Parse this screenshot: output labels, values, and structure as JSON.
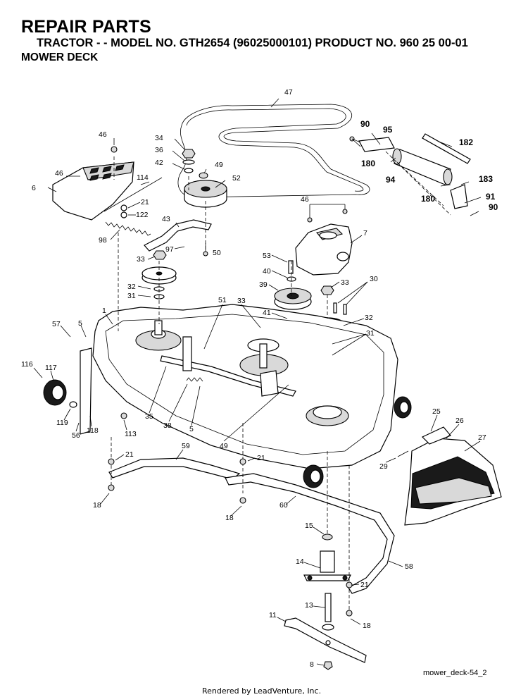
{
  "header": {
    "title": "REPAIR PARTS",
    "subtitle": "TRACTOR - - MODEL NO. GTH2654 (96025000101) PRODUCT NO. 960 25 00-01",
    "section": "MOWER DECK"
  },
  "callouts": [
    {
      "id": "c47",
      "label": "47"
    },
    {
      "id": "c90a",
      "label": "90"
    },
    {
      "id": "c95",
      "label": "95"
    },
    {
      "id": "c182",
      "label": "182"
    },
    {
      "id": "c180a",
      "label": "180"
    },
    {
      "id": "c94",
      "label": "94"
    },
    {
      "id": "c183",
      "label": "183"
    },
    {
      "id": "c180b",
      "label": "180"
    },
    {
      "id": "c91",
      "label": "91"
    },
    {
      "id": "c90b",
      "label": "90"
    },
    {
      "id": "c46a",
      "label": "46"
    },
    {
      "id": "c34",
      "label": "34"
    },
    {
      "id": "c36",
      "label": "36"
    },
    {
      "id": "c42",
      "label": "42"
    },
    {
      "id": "c49a",
      "label": "49"
    },
    {
      "id": "c52",
      "label": "52"
    },
    {
      "id": "c46b",
      "label": "46"
    },
    {
      "id": "c114",
      "label": "114"
    },
    {
      "id": "c6",
      "label": "6"
    },
    {
      "id": "c21a",
      "label": "21"
    },
    {
      "id": "c122",
      "label": "122"
    },
    {
      "id": "c43",
      "label": "43"
    },
    {
      "id": "c98",
      "label": "98"
    },
    {
      "id": "c46c",
      "label": "46"
    },
    {
      "id": "c7",
      "label": "7"
    },
    {
      "id": "c97",
      "label": "97"
    },
    {
      "id": "c50",
      "label": "50"
    },
    {
      "id": "c33a",
      "label": "33"
    },
    {
      "id": "c53",
      "label": "53"
    },
    {
      "id": "c40",
      "label": "40"
    },
    {
      "id": "c32a",
      "label": "32"
    },
    {
      "id": "c31a",
      "label": "31"
    },
    {
      "id": "c39",
      "label": "39"
    },
    {
      "id": "c33b",
      "label": "33"
    },
    {
      "id": "c30",
      "label": "30"
    },
    {
      "id": "c1",
      "label": "1"
    },
    {
      "id": "c51",
      "label": "51"
    },
    {
      "id": "c33c",
      "label": "33"
    },
    {
      "id": "c41",
      "label": "41"
    },
    {
      "id": "c32b",
      "label": "32"
    },
    {
      "id": "c31b",
      "label": "31"
    },
    {
      "id": "c57",
      "label": "57"
    },
    {
      "id": "c5a",
      "label": "5"
    },
    {
      "id": "c116",
      "label": "116"
    },
    {
      "id": "c117",
      "label": "117"
    },
    {
      "id": "c119",
      "label": "119"
    },
    {
      "id": "c56",
      "label": "56"
    },
    {
      "id": "c118",
      "label": "118"
    },
    {
      "id": "c113",
      "label": "113"
    },
    {
      "id": "c35",
      "label": "35"
    },
    {
      "id": "c38",
      "label": "38"
    },
    {
      "id": "c5b",
      "label": "5"
    },
    {
      "id": "c49b",
      "label": "49"
    },
    {
      "id": "c25",
      "label": "25"
    },
    {
      "id": "c26",
      "label": "26"
    },
    {
      "id": "c27",
      "label": "27"
    },
    {
      "id": "c29",
      "label": "29"
    },
    {
      "id": "c21b",
      "label": "21"
    },
    {
      "id": "c59",
      "label": "59"
    },
    {
      "id": "c21c",
      "label": "21"
    },
    {
      "id": "c18a",
      "label": "18"
    },
    {
      "id": "c18b",
      "label": "18"
    },
    {
      "id": "c60",
      "label": "60"
    },
    {
      "id": "c15",
      "label": "15"
    },
    {
      "id": "c58",
      "label": "58"
    },
    {
      "id": "c14",
      "label": "14"
    },
    {
      "id": "c21d",
      "label": "21"
    },
    {
      "id": "c13",
      "label": "13"
    },
    {
      "id": "c11",
      "label": "11"
    },
    {
      "id": "c18c",
      "label": "18"
    },
    {
      "id": "c8",
      "label": "8"
    }
  ],
  "drawing_id": "mower_deck-54_2",
  "footer": "Rendered by LeadVenture, Inc."
}
